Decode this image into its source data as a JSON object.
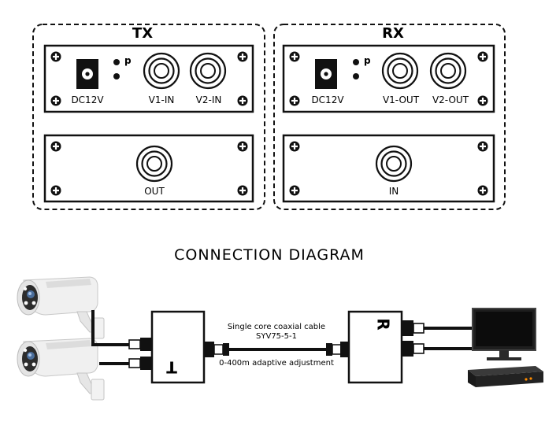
{
  "tx": {
    "heading": "TX",
    "top_panel": {
      "power_label": "DC12V",
      "led_label": "p",
      "port1_label": "V1-IN",
      "port2_label": "V2-IN"
    },
    "bottom_panel": {
      "port_label": "OUT"
    }
  },
  "rx": {
    "heading": "RX",
    "top_panel": {
      "power_label": "DC12V",
      "led_label": "p",
      "port1_label": "V1-OUT",
      "port2_label": "V2-OUT"
    },
    "bottom_panel": {
      "port_label": "IN"
    }
  },
  "diagram_title": "CONNECTION DIAGRAM",
  "connection": {
    "transmitter_letter": "T",
    "receiver_letter": "R",
    "cable_line1": "Single core coaxial cable",
    "cable_line2": "SYV75-5-1",
    "cable_line3": "0-400m adaptive adjustment"
  },
  "icons": [
    "camera-icon",
    "camera-icon",
    "monitor-icon",
    "dvr-icon",
    "bnc-port-icon",
    "dc-power-jack-icon",
    "mounting-screw-icon"
  ]
}
